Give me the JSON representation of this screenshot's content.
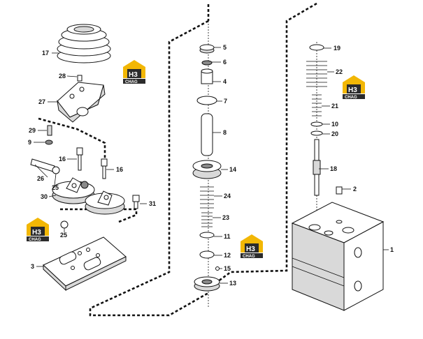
{
  "callouts": {
    "c1": "1",
    "c2": "2",
    "c3": "3",
    "c4": "4",
    "c5": "5",
    "c6": "6",
    "c7": "7",
    "c8": "8",
    "c9": "9",
    "c10": "10",
    "c11": "11",
    "c12": "12",
    "c13": "13",
    "c14": "14",
    "c15": "15",
    "c16a": "16",
    "c16b": "16",
    "c17": "17",
    "c18": "18",
    "c19": "19",
    "c20": "20",
    "c21": "21",
    "c22": "22",
    "c23": "23",
    "c24": "24",
    "c25a": "25",
    "c25b": "25",
    "c26": "26",
    "c27": "27",
    "c28": "28",
    "c29": "29",
    "c30": "30",
    "c31": "31"
  },
  "watermark": {
    "badge": "H3",
    "sub": "CHAG"
  },
  "colors": {
    "logo_yellow": "#f2b705",
    "logo_dark": "#2b2b2b",
    "line": "#111111"
  }
}
